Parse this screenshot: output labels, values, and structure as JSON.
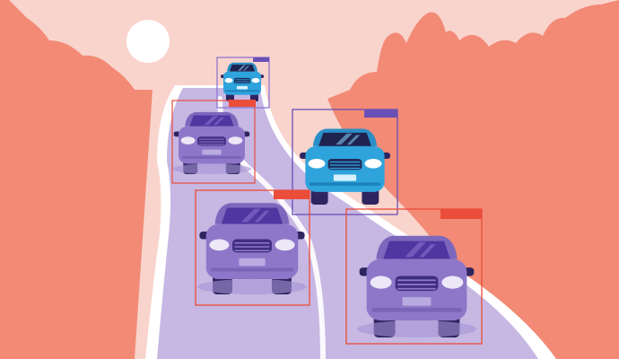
{
  "scene": {
    "subject": "cars-on-winding-road-with-detection-boxes",
    "colors": {
      "sky": "#f9d4cc",
      "sun": "#ffffff",
      "hills": "#f28a76",
      "road": "#c6b7e3",
      "road_edge": "#ffffff",
      "purple_car": "#8e77c9",
      "blue_car": "#2fa3dc",
      "red_box": "#ea4d3a",
      "purple_box": "#6a50b6"
    },
    "cars": [
      {
        "id": "car-1",
        "color": "blue",
        "box": "purple"
      },
      {
        "id": "car-2",
        "color": "purple",
        "box": "red"
      },
      {
        "id": "car-3",
        "color": "blue",
        "box": "purple"
      },
      {
        "id": "car-4",
        "color": "purple",
        "box": "red"
      },
      {
        "id": "car-5",
        "color": "purple",
        "box": "red"
      }
    ]
  }
}
